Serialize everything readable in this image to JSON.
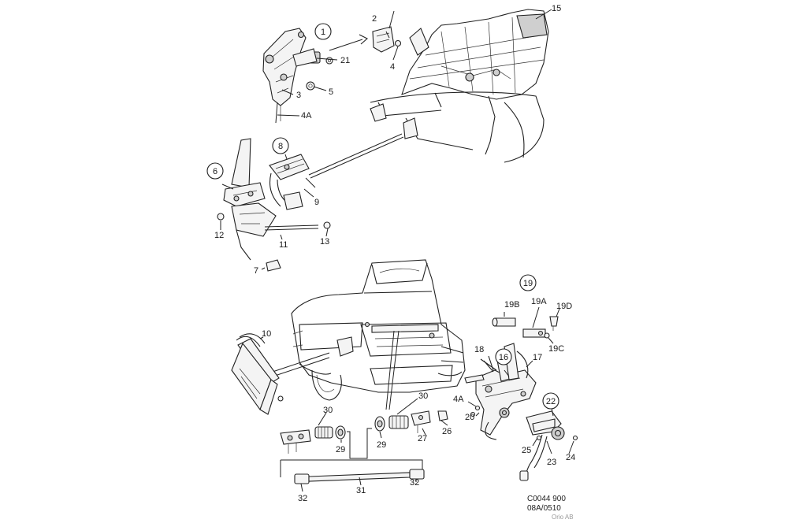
{
  "diagram": {
    "callouts": [
      "1",
      "6",
      "8",
      "16",
      "19",
      "22"
    ],
    "labels": [
      "2",
      "4",
      "21",
      "5",
      "3",
      "4A",
      "15",
      "9",
      "12",
      "11",
      "13",
      "7",
      "10",
      "30",
      "29",
      "32",
      "31",
      "19B",
      "19A",
      "19D",
      "19C",
      "18",
      "17",
      "4A",
      "20",
      "26",
      "27",
      "25",
      "23",
      "24"
    ],
    "code": "C0044 900",
    "revision": "08A/0510",
    "credit": "Orio AB"
  }
}
